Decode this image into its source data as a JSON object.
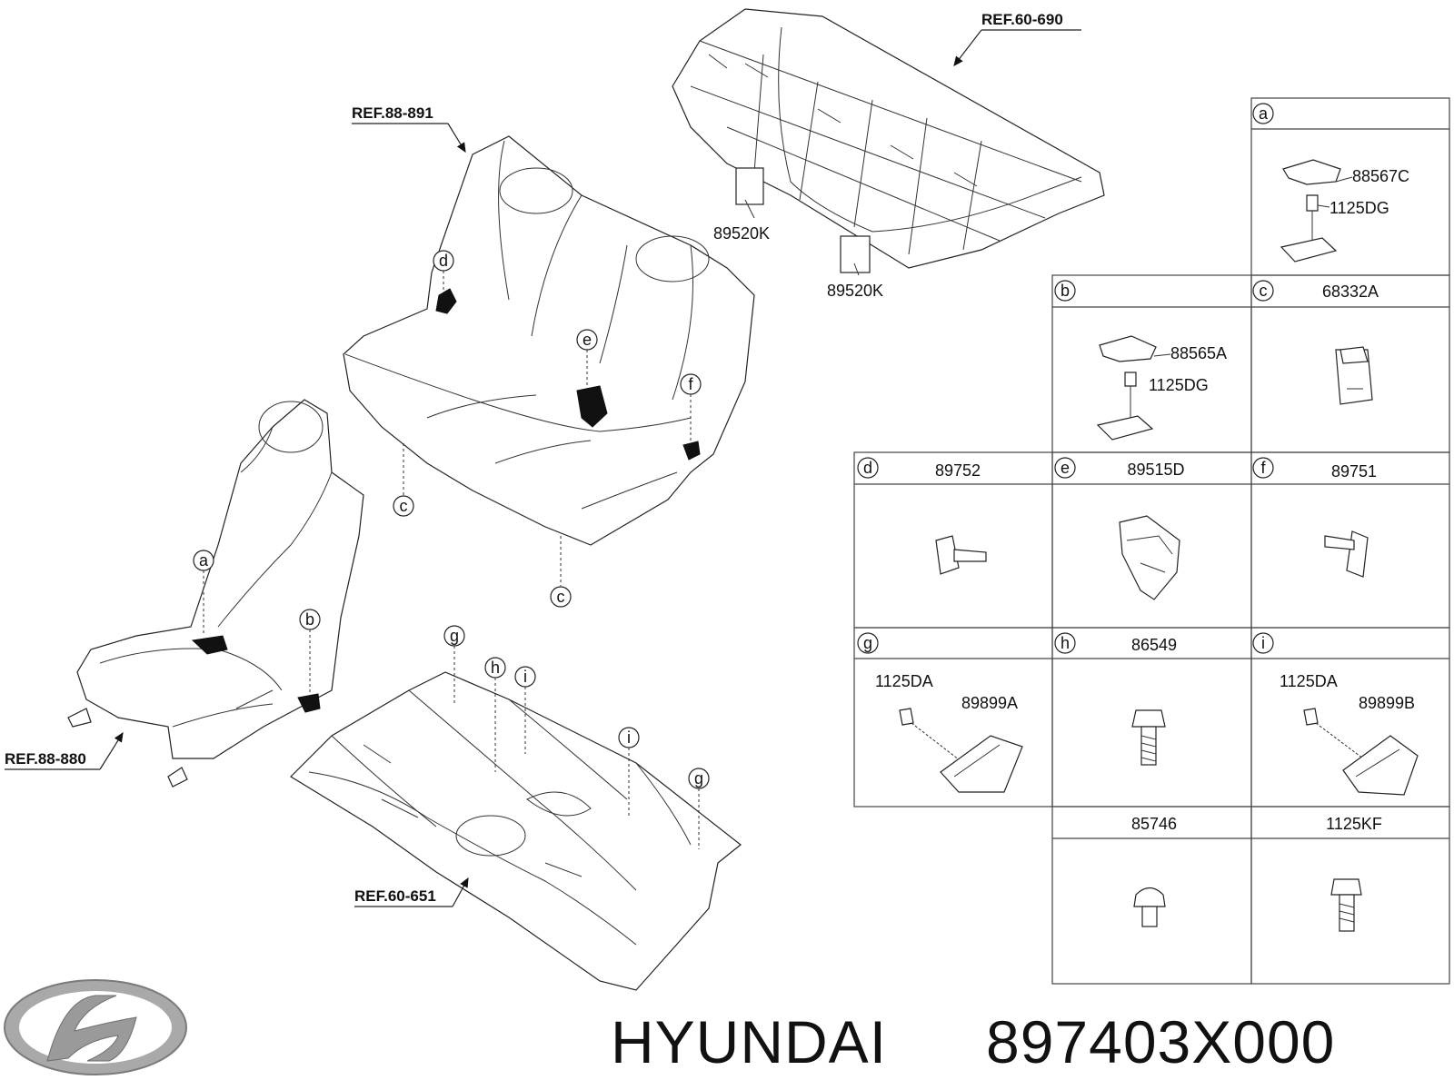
{
  "refs": {
    "rear_shelf": "REF.60-690",
    "rear_seat": "REF.88-891",
    "front_seat": "REF.88-880",
    "floor": "REF.60-651"
  },
  "callouts": {
    "c1": "c",
    "c2": "c",
    "d": "d",
    "e": "e",
    "f": "f",
    "a": "a",
    "b": "b",
    "g1": "g",
    "g2": "g",
    "h": "h",
    "i1": "i",
    "i2": "i"
  },
  "part_labels": {
    "k1": "89520K",
    "k2": "89520K"
  },
  "parts_table": {
    "cells": [
      {
        "letter": "a",
        "title": "",
        "labels": [
          "88567C",
          "1125DG"
        ]
      },
      {
        "letter": "b",
        "title": "",
        "labels": [
          "88565A",
          "1125DG"
        ]
      },
      {
        "letter": "c",
        "title": "68332A",
        "labels": []
      },
      {
        "letter": "d",
        "title": "89752",
        "labels": []
      },
      {
        "letter": "e",
        "title": "89515D",
        "labels": []
      },
      {
        "letter": "f",
        "title": "89751",
        "labels": []
      },
      {
        "letter": "g",
        "title": "",
        "labels": [
          "1125DA",
          "89899A"
        ]
      },
      {
        "letter": "h",
        "title": "86549",
        "labels": []
      },
      {
        "letter": "i",
        "title": "",
        "labels": [
          "1125DA",
          "89899B"
        ]
      },
      {
        "letter": "",
        "title": "85746",
        "labels": []
      },
      {
        "letter": "",
        "title": "1125KF",
        "labels": []
      }
    ]
  },
  "footer": {
    "brand": "HYUNDAI",
    "part_number": "897403X000"
  },
  "logo": {
    "icon": "hyundai-logo-icon",
    "color": "#9a9a9a"
  }
}
